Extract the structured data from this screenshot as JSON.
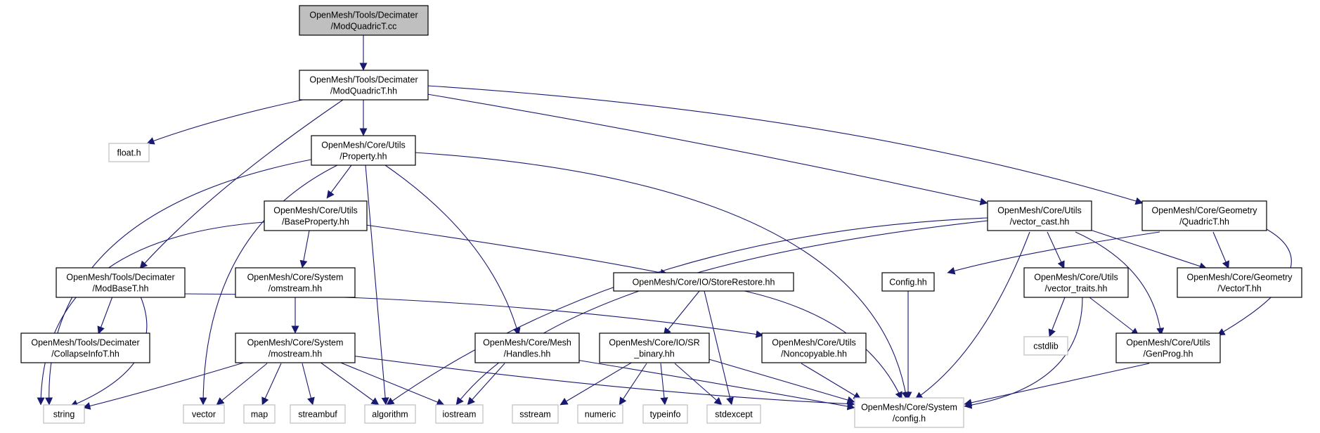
{
  "colors": {
    "edge": "#191970",
    "root_fill": "#bfbfbf",
    "external_border": "#bfbfbf",
    "node_border": "#000000"
  },
  "nodes": {
    "root": {
      "lines": [
        "OpenMesh/Tools/Decimater",
        "/ModQuadricT.cc"
      ]
    },
    "modquadric_hh": {
      "lines": [
        "OpenMesh/Tools/Decimater",
        "/ModQuadricT.hh"
      ]
    },
    "float_h": {
      "lines": [
        "float.h"
      ]
    },
    "property": {
      "lines": [
        "OpenMesh/Core/Utils",
        "/Property.hh"
      ]
    },
    "baseproperty": {
      "lines": [
        "OpenMesh/Core/Utils",
        "/BaseProperty.hh"
      ]
    },
    "modbase": {
      "lines": [
        "OpenMesh/Tools/Decimater",
        "/ModBaseT.hh"
      ]
    },
    "collapseinfo": {
      "lines": [
        "OpenMesh/Tools/Decimater",
        "/CollapseInfoT.hh"
      ]
    },
    "omstream": {
      "lines": [
        "OpenMesh/Core/System",
        "/omstream.hh"
      ]
    },
    "mostream": {
      "lines": [
        "OpenMesh/Core/System",
        "/mostream.hh"
      ]
    },
    "handles": {
      "lines": [
        "OpenMesh/Core/Mesh",
        "/Handles.hh"
      ]
    },
    "storerestore": {
      "lines": [
        "OpenMesh/Core/IO/StoreRestore.hh"
      ]
    },
    "sr_binary": {
      "lines": [
        "OpenMesh/Core/IO/SR",
        "_binary.hh"
      ]
    },
    "noncopyable": {
      "lines": [
        "OpenMesh/Core/Utils",
        "/Noncopyable.hh"
      ]
    },
    "vector_cast": {
      "lines": [
        "OpenMesh/Core/Utils",
        "/vector_cast.hh"
      ]
    },
    "quadric": {
      "lines": [
        "OpenMesh/Core/Geometry",
        "/QuadricT.hh"
      ]
    },
    "config_hh": {
      "lines": [
        "Config.hh"
      ]
    },
    "vector_traits": {
      "lines": [
        "OpenMesh/Core/Utils",
        "/vector_traits.hh"
      ]
    },
    "vectort": {
      "lines": [
        "OpenMesh/Core/Geometry",
        "/VectorT.hh"
      ]
    },
    "genprog": {
      "lines": [
        "OpenMesh/Core/Utils",
        "/GenProg.hh"
      ]
    },
    "config_h": {
      "lines": [
        "OpenMesh/Core/System",
        "/config.h"
      ]
    },
    "string": {
      "lines": [
        "string"
      ]
    },
    "vector": {
      "lines": [
        "vector"
      ]
    },
    "map": {
      "lines": [
        "map"
      ]
    },
    "streambuf": {
      "lines": [
        "streambuf"
      ]
    },
    "algorithm": {
      "lines": [
        "algorithm"
      ]
    },
    "iostream": {
      "lines": [
        "iostream"
      ]
    },
    "sstream": {
      "lines": [
        "sstream"
      ]
    },
    "numeric": {
      "lines": [
        "numeric"
      ]
    },
    "typeinfo": {
      "lines": [
        "typeinfo"
      ]
    },
    "stdexcept": {
      "lines": [
        "stdexcept"
      ]
    },
    "cstdlib": {
      "lines": [
        "cstdlib"
      ]
    }
  }
}
